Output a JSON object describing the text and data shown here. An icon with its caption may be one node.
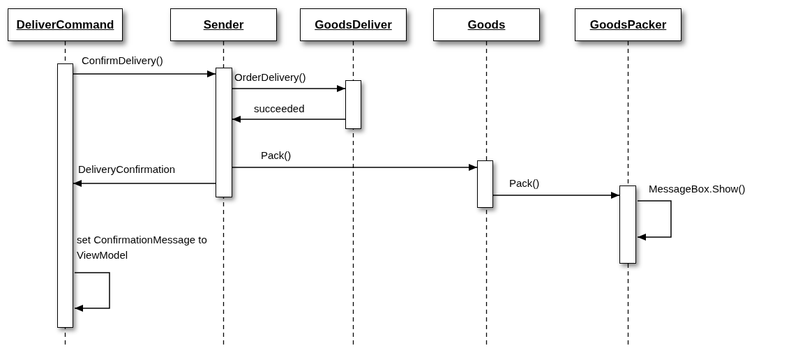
{
  "diagram": {
    "nodes": [
      {
        "text": [
          "DeliverCommand"
        ]
      },
      {
        "text": [
          "Sender"
        ]
      },
      {
        "text": [
          "GoodsDeliver"
        ]
      },
      {
        "text": [
          "Goods"
        ]
      },
      {
        "text": [
          "GoodsPacker"
        ]
      },
      {
        "text": [],
        "shape": "bar"
      },
      {
        "text": [],
        "shape": "bar"
      },
      {
        "text": [],
        "shape": "bar"
      },
      {
        "text": [],
        "shape": "bar"
      },
      {
        "text": [],
        "shape": "bar"
      }
    ],
    "edges": [
      {
        "from": 5,
        "to": 6,
        "arrow": "to",
        "label": "ConfirmDelivery()"
      },
      {
        "from": 6,
        "to": 7,
        "arrow": "to",
        "label": "OrderDelivery()"
      },
      {
        "from": 7,
        "to": 6,
        "arrow": "to",
        "label": "succeeded"
      },
      {
        "from": 6,
        "to": 8,
        "arrow": "to",
        "label": "Pack()"
      },
      {
        "from": 6,
        "to": 5,
        "arrow": "to",
        "label": "DeliveryConfirmation"
      },
      {
        "from": 8,
        "to": 9,
        "arrow": "to",
        "label": "Pack()"
      },
      {
        "from": 9,
        "to": 9,
        "arrow": "to",
        "label": "MessageBox.Show()"
      },
      {
        "from": 5,
        "to": 5,
        "arrow": "to",
        "label": "set ConfirmationMessage to ViewModel"
      }
    ]
  }
}
